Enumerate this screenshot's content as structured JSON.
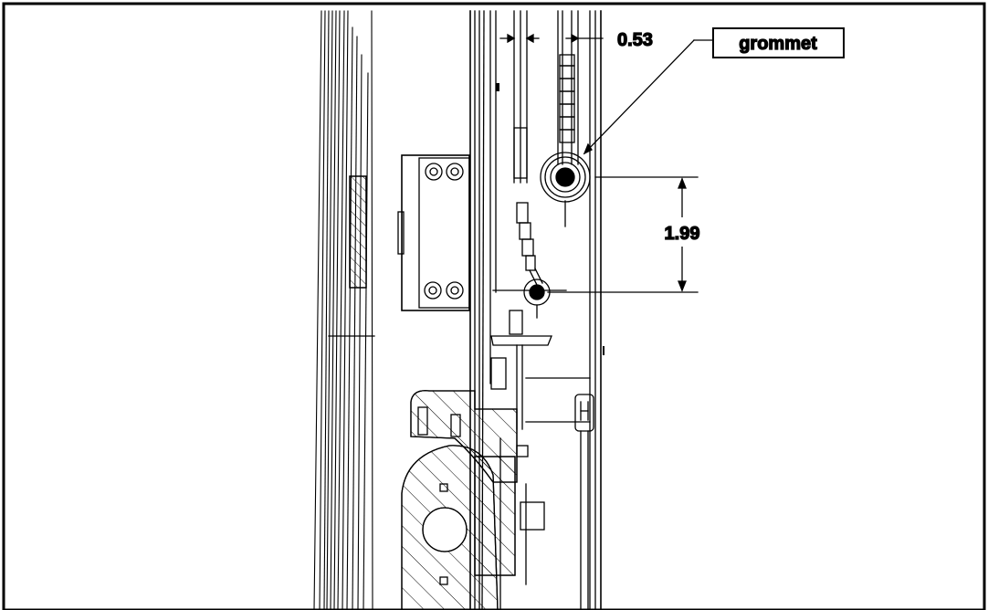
{
  "drawing": {
    "dimensions": {
      "horizontal": "0.53",
      "vertical": "1.99"
    },
    "callouts": {
      "grommet": "grommet"
    },
    "colors": {
      "line": "#000000",
      "background": "#ffffff"
    }
  }
}
